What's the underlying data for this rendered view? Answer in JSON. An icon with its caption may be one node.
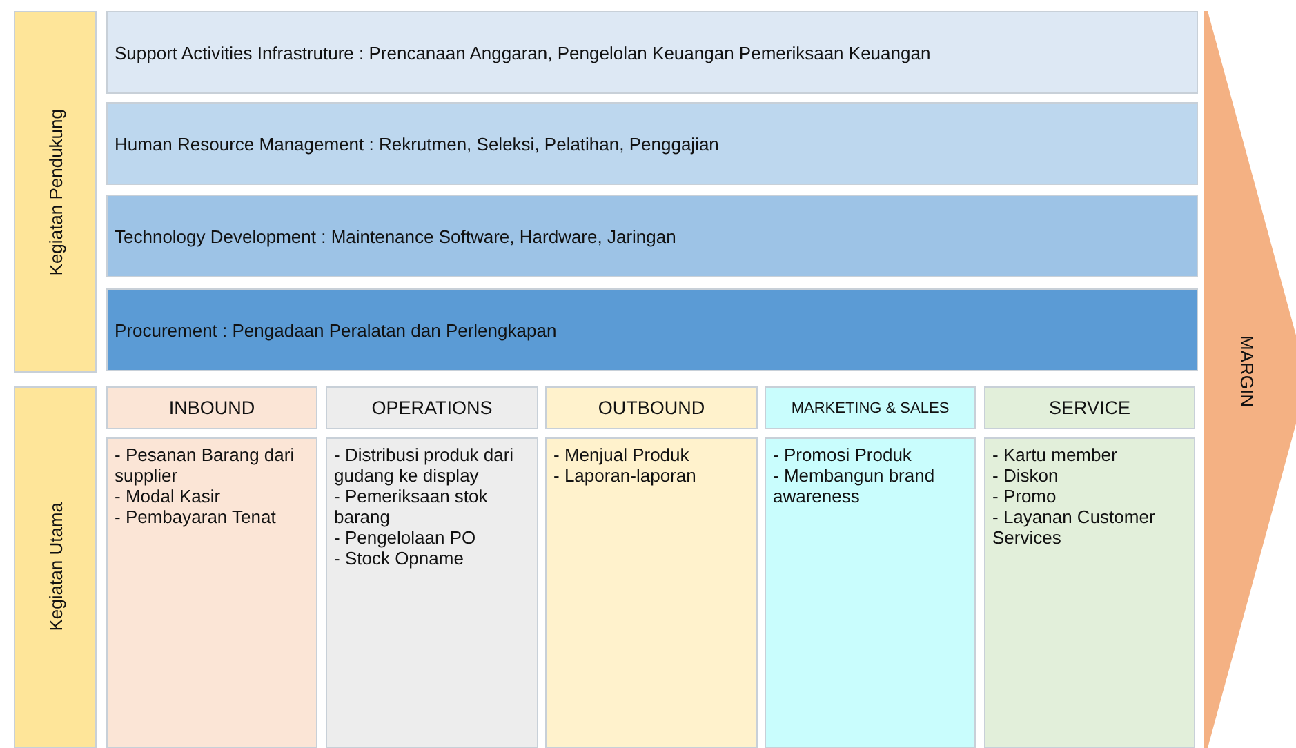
{
  "diagram": {
    "nodes": [
      {
        "text": [
          "Kegiatan Pendukung"
        ]
      },
      {
        "text": [
          "Support Activities Infrastruture : Prencanaan Anggaran, Pengelolan Keuangan Pemeriksaan Keuangan"
        ]
      },
      {
        "text": [
          "Human Resource Management : Rekrutmen, Seleksi, Pelatihan, Penggajian"
        ]
      },
      {
        "text": [
          "Technology Development : Maintenance Software, Hardware, Jaringan"
        ]
      },
      {
        "text": [
          "Procurement : Pengadaan Peralatan dan Perlengkapan"
        ]
      },
      {
        "text": [
          "Kegiatan Utama"
        ]
      },
      {
        "text": [
          "INBOUND"
        ]
      },
      {
        "text": [
          "OPERATIONS"
        ]
      },
      {
        "text": [
          "OUTBOUND"
        ]
      },
      {
        "text": [
          "MARKETING & SALES"
        ]
      },
      {
        "text": [
          "SERVICE"
        ]
      },
      {
        "text": [
          "- Pesanan Barang dari supplier",
          "- Modal Kasir",
          "- Pembayaran Tenat"
        ]
      },
      {
        "text": [
          "- Distribusi produk dari gudang ke display",
          "- Pemeriksaan stok barang",
          "- Pengelolaan PO",
          "- Stock Opname"
        ]
      },
      {
        "text": [
          "- Menjual Produk",
          "- Laporan-laporan"
        ]
      },
      {
        "text": [
          "- Promosi Produk",
          "- Membangun brand awareness"
        ]
      },
      {
        "text": [
          "- Kartu member",
          "- Diskon",
          "- Promo",
          "- Layanan Customer Services"
        ]
      },
      {
        "text": [
          "MARGIN"
        ]
      }
    ],
    "edges": []
  }
}
